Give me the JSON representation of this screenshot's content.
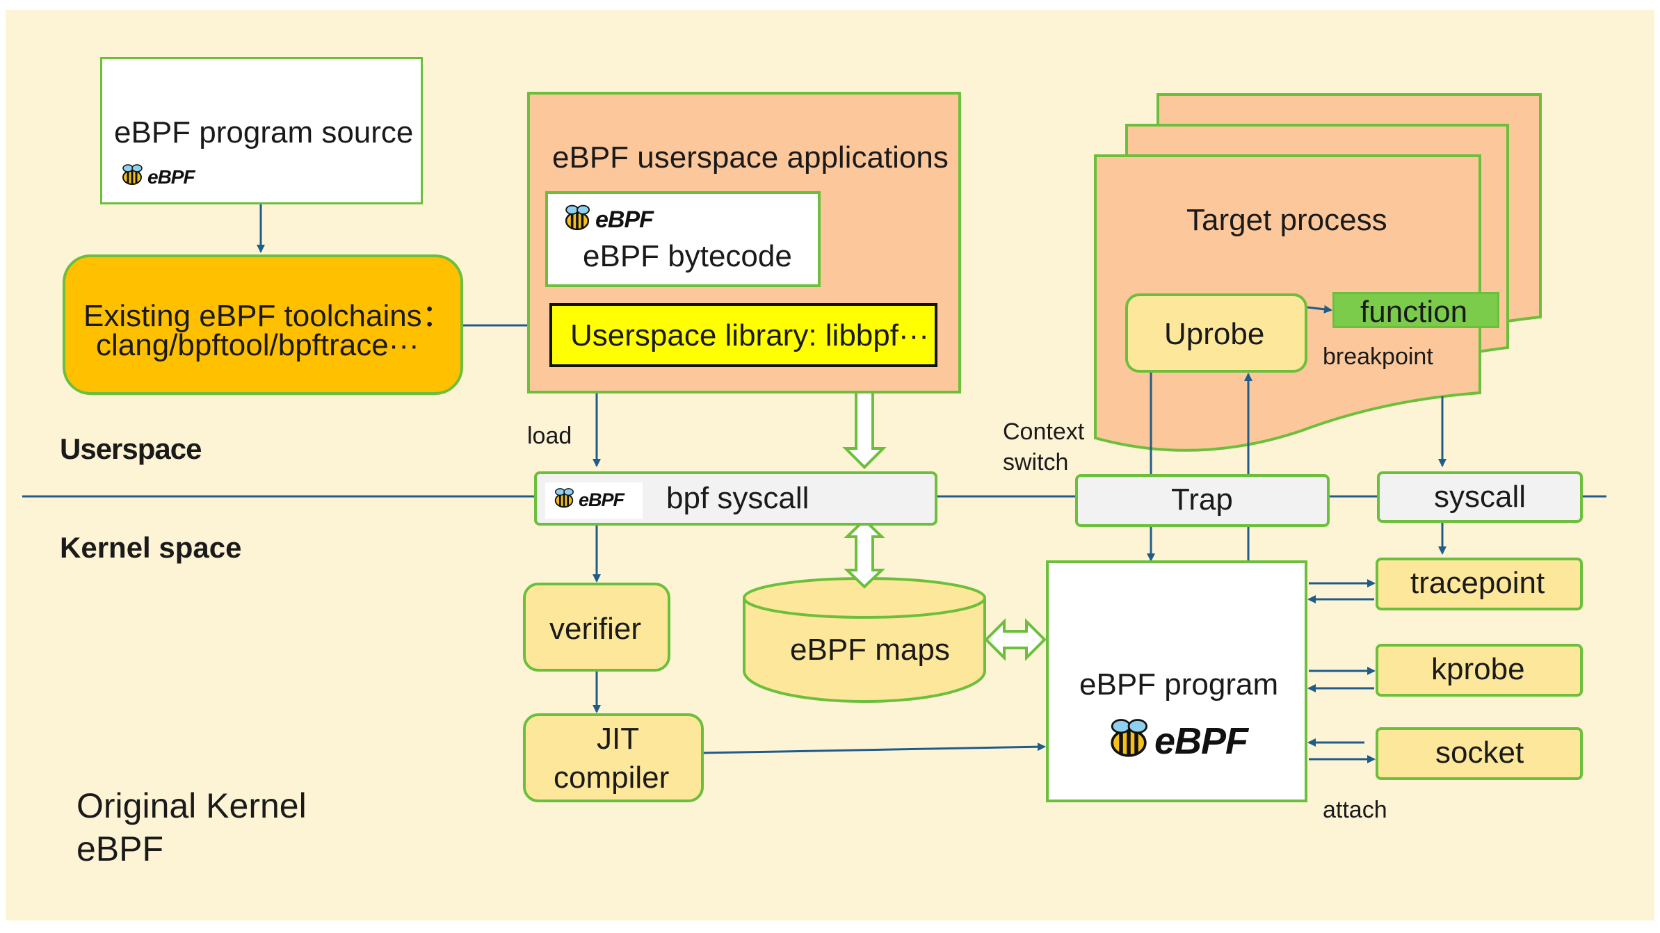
{
  "labels": {
    "program_source": "eBPF program source",
    "toolchains_line1": "Existing eBPF toolchains：",
    "toolchains_line2": "clang/bpftool/bpftrace···",
    "userspace_apps": "eBPF userspace applications",
    "bytecode": "eBPF bytecode",
    "libbpf": "Userspace library: libbpf···",
    "target_process": "Target process",
    "uprobe": "Uprobe",
    "function": "function",
    "breakpoint": "breakpoint",
    "load": "load",
    "context_switch_line1": "Context",
    "context_switch_line2": "switch",
    "userspace": "Userspace",
    "kernel_space": "Kernel space",
    "bpf_syscall": "bpf syscall",
    "trap": "Trap",
    "syscall": "syscall",
    "verifier": "verifier",
    "ebpf_maps": "eBPF maps",
    "jit_line1": "JIT",
    "jit_line2": "compiler",
    "ebpf_program": "eBPF program",
    "tracepoint": "tracepoint",
    "kprobe": "kprobe",
    "socket": "socket",
    "attach": "attach",
    "footer_line1": "Original Kernel",
    "footer_line2": "eBPF",
    "logo_wordmark": "eBPF"
  },
  "icons": {
    "logo": "ebpf-bee-logo"
  },
  "colors": {
    "background": "#fdf4d6",
    "green_border": "#6cbf3c",
    "peach": "#fcc89b",
    "orange": "#ffc000",
    "yellow": "#ffff00",
    "light_yellow": "#fde79a",
    "function_green": "#7ccc4c",
    "arrow_blue": "#1f5c8a",
    "grey_box": "#f2f2f2"
  }
}
